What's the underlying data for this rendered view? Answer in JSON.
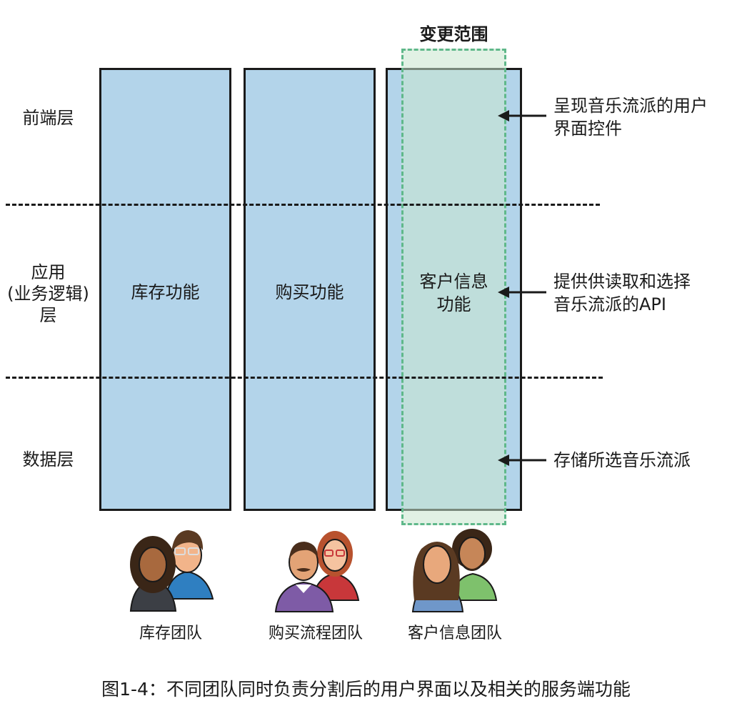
{
  "change_scope_label": "变更范围",
  "layers": {
    "frontend": "前端层",
    "app_line1": "应用",
    "app_line2": "(业务逻辑)",
    "app_line3": "层",
    "data": "数据层"
  },
  "columns": {
    "inventory": "库存功能",
    "purchase": "购买功能",
    "customer_line1": "客户信息",
    "customer_line2": "功能"
  },
  "annotations": {
    "ui_line1": "呈现音乐流派的用户",
    "ui_line2": "界面控件",
    "api_line1": "提供供读取和选择",
    "api_line2": "音乐流派的API",
    "store": "存储所选音乐流派"
  },
  "teams": {
    "inventory": "库存团队",
    "purchase": "购买流程团队",
    "customer": "客户信息团队"
  },
  "caption": "图1-4：不同团队同时负责分割后的用户界面以及相关的服务端功能",
  "colors": {
    "column_fill": "#b3d4ea",
    "change_border": "#5fb88a",
    "change_fill": "#c8e6cd"
  }
}
